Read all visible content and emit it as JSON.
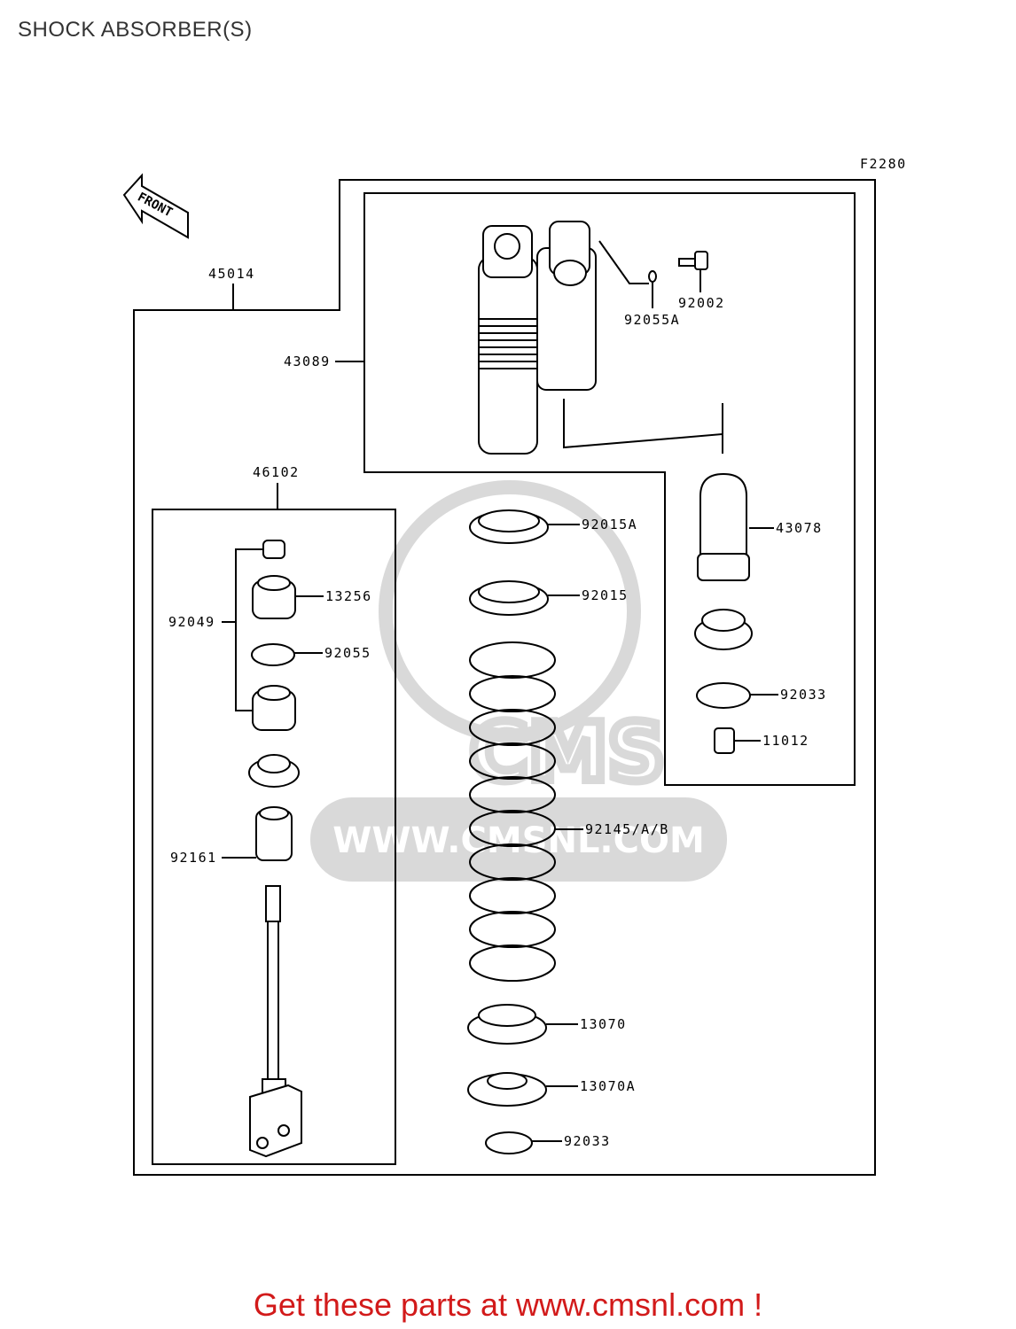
{
  "header": {
    "title": "SHOCK ABSORBER(S)"
  },
  "diagram": {
    "figure_code": "F2280",
    "front_arrow": "FRONT",
    "watermark": "WWW.CMSNL.COM",
    "parts": {
      "p45014": "45014",
      "p43089": "43089",
      "p92002": "92002",
      "p92055A": "92055A",
      "p46102": "46102",
      "p92015A": "92015A",
      "p92015": "92015",
      "p43078": "43078",
      "p13256": "13256",
      "p92049": "92049",
      "p92055": "92055",
      "p92033a": "92033",
      "p11012": "11012",
      "p92145": "92145/A/B",
      "p92161": "92161",
      "p13070": "13070",
      "p13070A": "13070A",
      "p92033b": "92033"
    }
  },
  "footer": {
    "link_text": "Get these parts at www.cmsnl.com !"
  }
}
